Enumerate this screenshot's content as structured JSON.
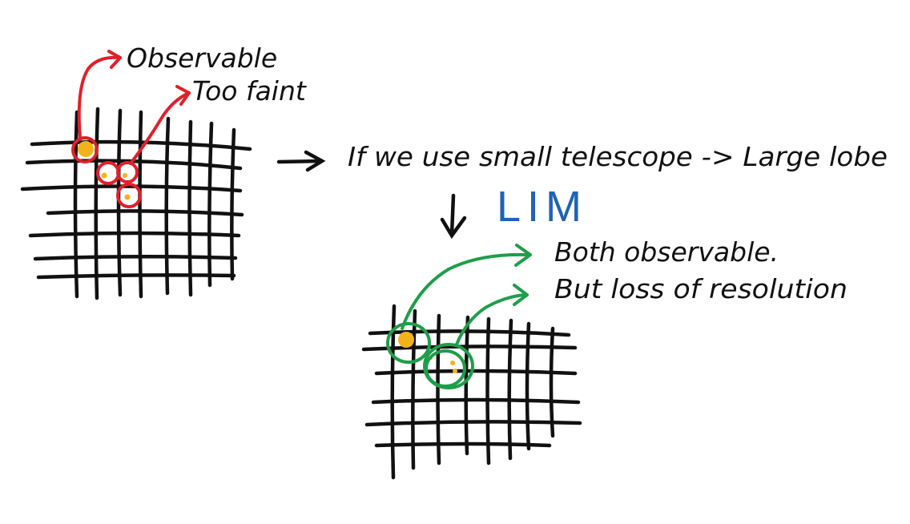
{
  "labels": {
    "observable": "Observable",
    "too_faint": "Too faint",
    "small_telescope": "If we use small telescope -> Large lobe",
    "lim": "LIM",
    "both_observable": "Both observable.",
    "loss_of_resolution": "But loss of resolution"
  },
  "colors": {
    "ink": "#111111",
    "red": "#e0202a",
    "green": "#1e9e4a",
    "blue": "#1f63b7",
    "source_orange": "#f2b21c"
  },
  "icons": {
    "arrow_right": "right-arrow-icon",
    "arrow_down": "down-arrow-icon"
  }
}
